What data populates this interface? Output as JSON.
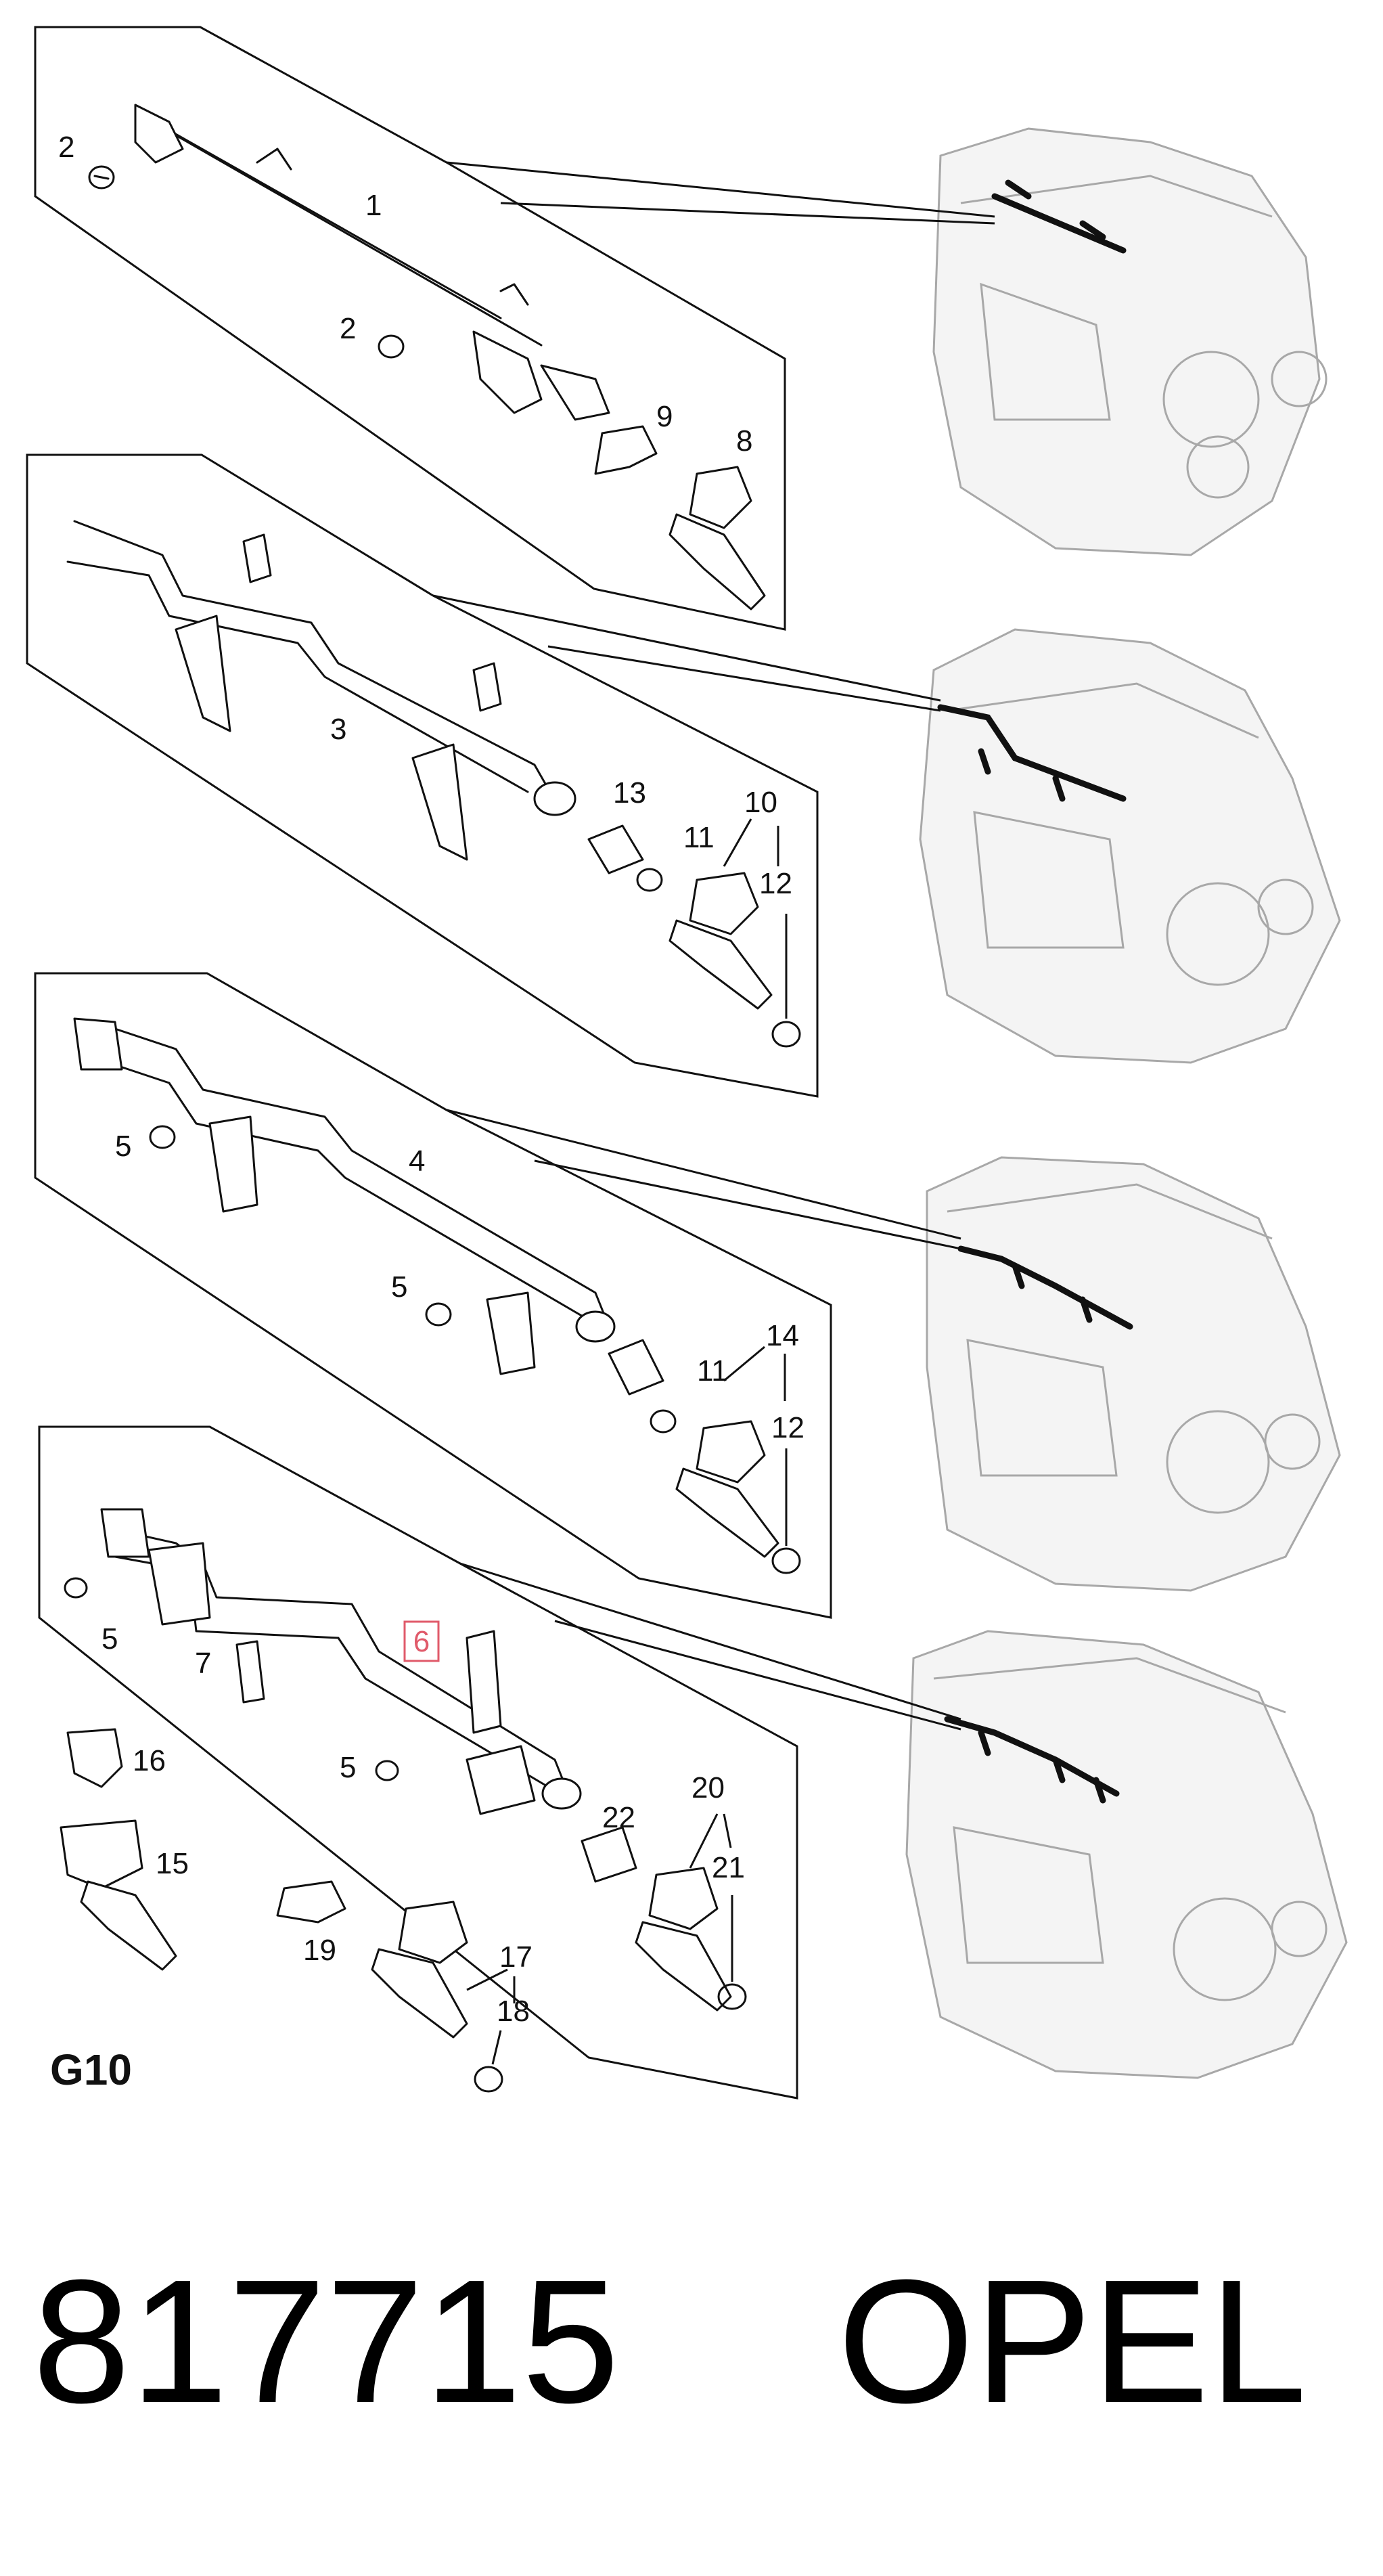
{
  "callouts": {
    "c1": "1",
    "c2a": "2",
    "c2b": "2",
    "c3": "3",
    "c4": "4",
    "c5a": "5",
    "c5b": "5",
    "c5c": "5",
    "c5d": "5",
    "c6": "6",
    "c7": "7",
    "c8": "8",
    "c9": "9",
    "c10": "10",
    "c11a": "11",
    "c11b": "11",
    "c12a": "12",
    "c12b": "12",
    "c13": "13",
    "c14": "14",
    "c15": "15",
    "c16": "16",
    "c17": "17",
    "c18": "18",
    "c19": "19",
    "c20": "20",
    "c21": "21",
    "c22": "22"
  },
  "group_label": "G10",
  "footer": {
    "part_number": "817715",
    "brand": "OPEL"
  },
  "highlight_color": "#e05a6a"
}
